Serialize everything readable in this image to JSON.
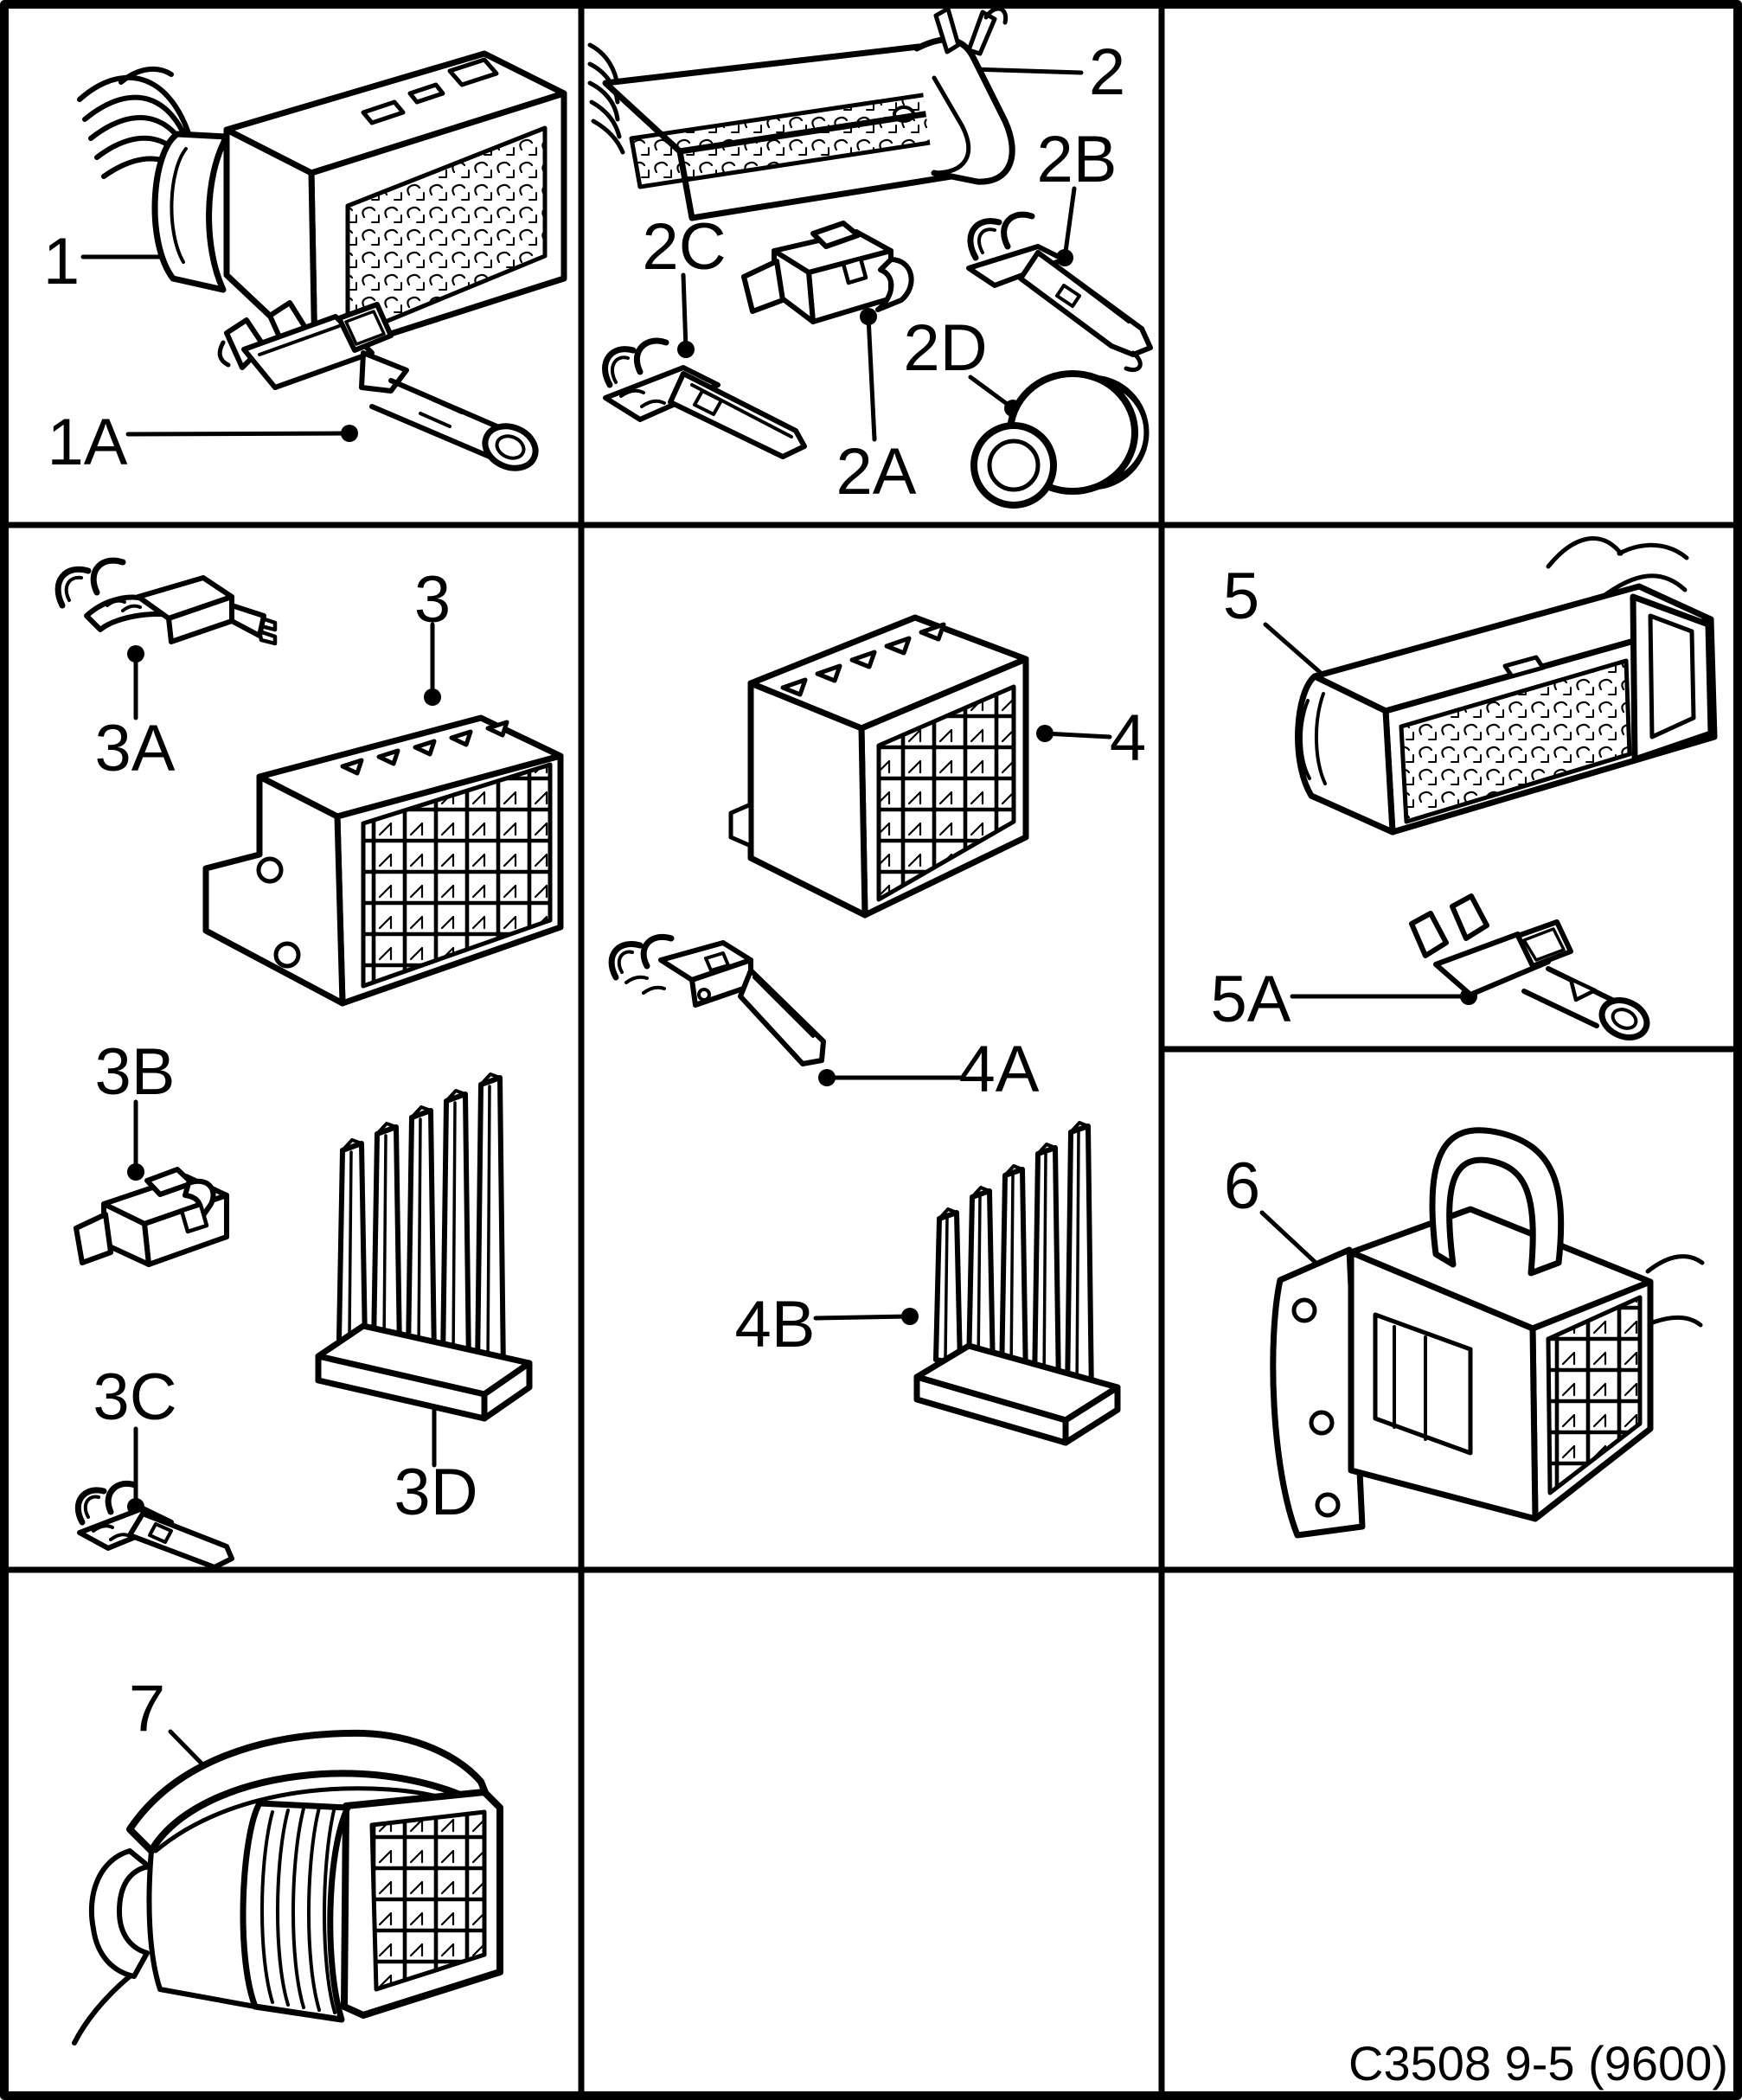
{
  "figure": {
    "caption": "C3508 9-5 (9600)",
    "background_color": "#ffffff",
    "line_color": "#000000"
  },
  "parts": {
    "p1": {
      "label": "1"
    },
    "p1a": {
      "label": "1A"
    },
    "p2": {
      "label": "2"
    },
    "p2a": {
      "label": "2A"
    },
    "p2b": {
      "label": "2B"
    },
    "p2c": {
      "label": "2C"
    },
    "p2d": {
      "label": "2D"
    },
    "p3": {
      "label": "3"
    },
    "p3a": {
      "label": "3A"
    },
    "p3b": {
      "label": "3B"
    },
    "p3c": {
      "label": "3C"
    },
    "p3d": {
      "label": "3D"
    },
    "p4": {
      "label": "4"
    },
    "p4a": {
      "label": "4A"
    },
    "p4b": {
      "label": "4B"
    },
    "p5": {
      "label": "5"
    },
    "p5a": {
      "label": "5A"
    },
    "p6": {
      "label": "6"
    },
    "p7": {
      "label": "7"
    }
  }
}
